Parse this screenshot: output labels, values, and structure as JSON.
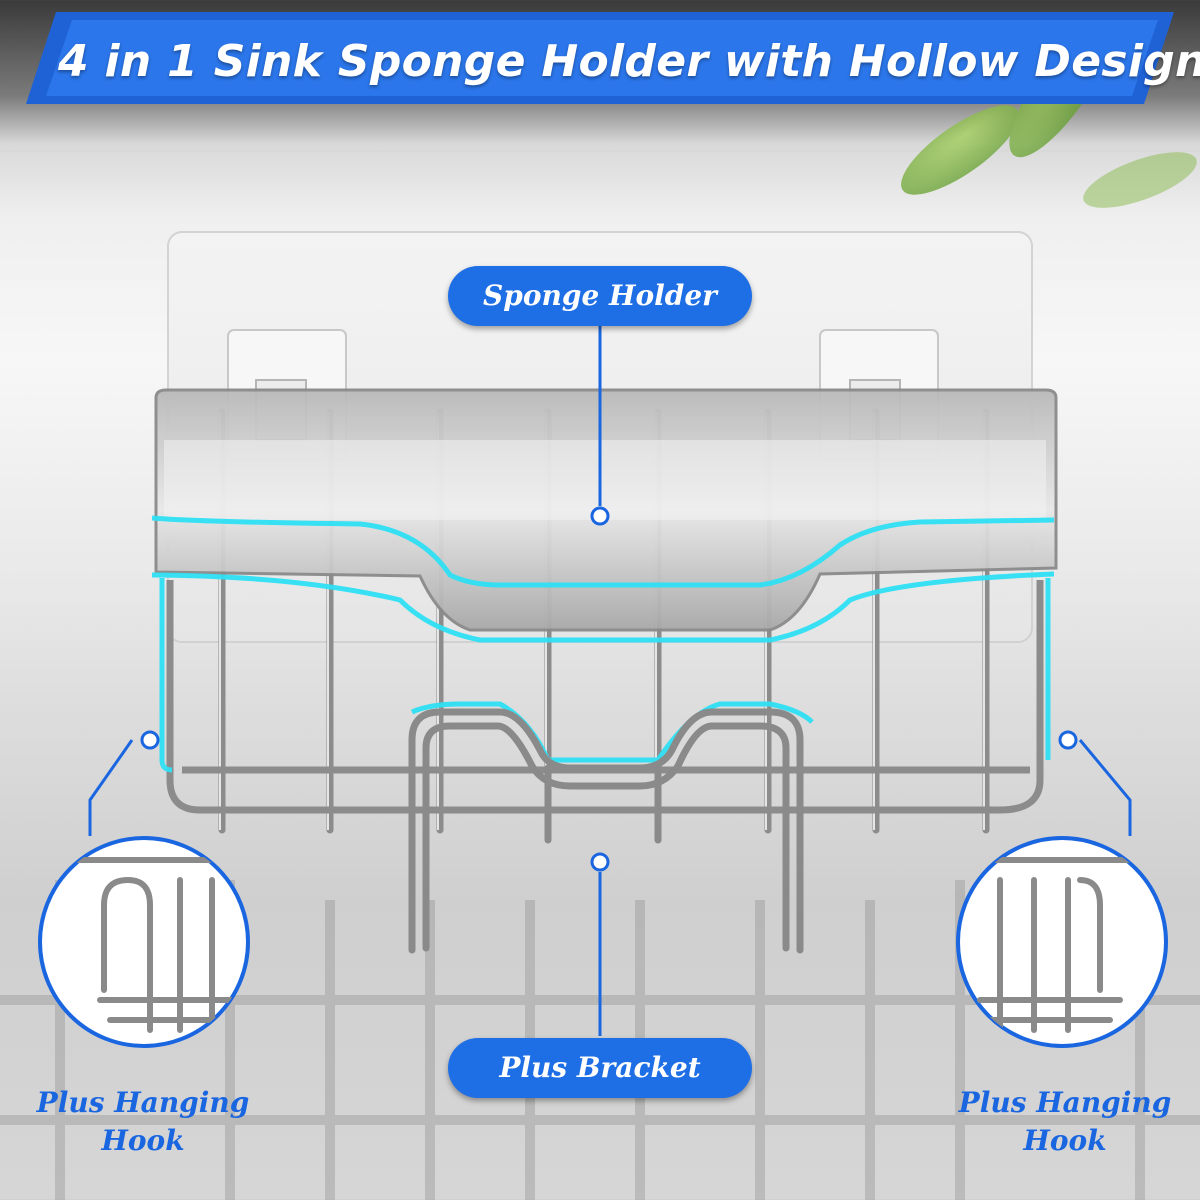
{
  "header": {
    "title": "4 in 1 Sink Sponge Holder with Hollow Design"
  },
  "callouts": {
    "top": "Sponge Holder",
    "bottom": "Plus Bracket",
    "left": [
      "Plus Hanging",
      "Hook"
    ],
    "right": [
      "Plus Hanging",
      "Hook"
    ]
  },
  "colors": {
    "accent_blue": "#1e6ee6",
    "label_blue": "#1a66e0",
    "glow_cyan": "#2fe0f5",
    "steel": "#8e8e8e"
  },
  "icons": [
    "callout-dot-icon",
    "leaf-decoration"
  ]
}
